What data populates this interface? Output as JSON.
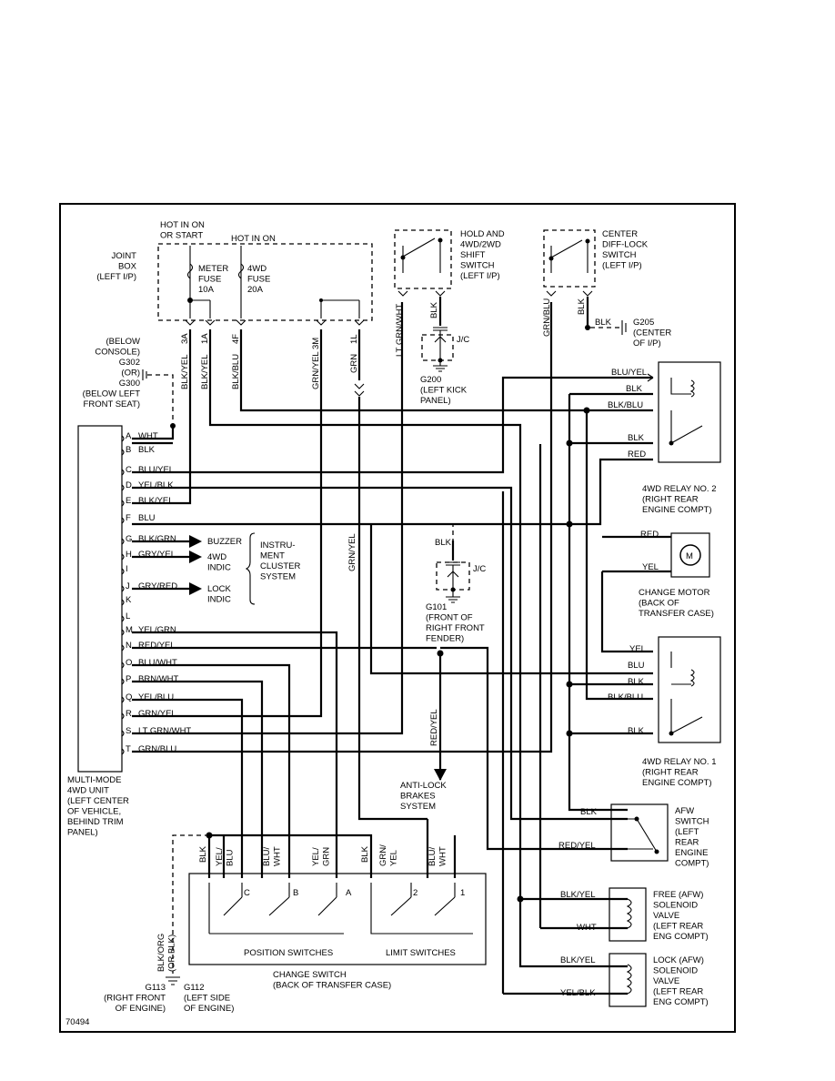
{
  "diagram_id": "70494",
  "joint_box": {
    "hot_in_on_or_start": "HOT IN ON\nOR START",
    "hot_in_on": "HOT IN ON",
    "label": "JOINT\nBOX\n(LEFT I/P)",
    "meter_fuse": "METER\nFUSE\n10A",
    "wd_fuse": "4WD\nFUSE\n20A",
    "pins": [
      "3A",
      "1A",
      "4F",
      "3M",
      "1L"
    ]
  },
  "hold_switch": {
    "label": "HOLD AND\n4WD/2WD\nSHIFT\nSWITCH\n(LEFT I/P)",
    "wire_left": "LT GRN/WHT",
    "wire_right": "BLK"
  },
  "jc_marks": [
    "J/C",
    "J/C"
  ],
  "g200": "G200\n(LEFT KICK\nPANEL)",
  "center_diff_switch": {
    "label": "CENTER\nDIFF-LOCK\nSWITCH\n(LEFT I/P)",
    "wire_left": "GRN/BLU",
    "wire_right": "BLK",
    "ground_wire": "BLK"
  },
  "g205": "G205\n(CENTER\nOF I/P)",
  "ground_left": "(BELOW\nCONSOLE)\nG302\n(OR)\nG300\n(BELOW LEFT\nFRONT SEAT)",
  "jb_wires": [
    "BLK/YEL",
    "BLK/YEL",
    "BLK/BLU",
    "GRN/YEL",
    "GRN"
  ],
  "unit_pins": [
    {
      "pin": "A",
      "wire": "WHT"
    },
    {
      "pin": "B",
      "wire": "BLK"
    },
    {
      "pin": "C",
      "wire": "BLU/YEL"
    },
    {
      "pin": "D",
      "wire": "YEL/BLK"
    },
    {
      "pin": "E",
      "wire": "BLK/YEL"
    },
    {
      "pin": "F",
      "wire": "BLU"
    },
    {
      "pin": "G",
      "wire": "BLK/GRN"
    },
    {
      "pin": "H",
      "wire": "GRY/YEL"
    },
    {
      "pin": "I",
      "wire": ""
    },
    {
      "pin": "J",
      "wire": "GRY/RED"
    },
    {
      "pin": "K",
      "wire": ""
    },
    {
      "pin": "L",
      "wire": ""
    },
    {
      "pin": "M",
      "wire": "YEL/GRN"
    },
    {
      "pin": "N",
      "wire": "RED/YEL"
    },
    {
      "pin": "O",
      "wire": "BLU/WHT"
    },
    {
      "pin": "P",
      "wire": "BRN/WHT"
    },
    {
      "pin": "Q",
      "wire": "YEL/BLU"
    },
    {
      "pin": "R",
      "wire": "GRN/YEL"
    },
    {
      "pin": "S",
      "wire": "LT GRN/WHT"
    },
    {
      "pin": "T",
      "wire": "GRN/BLU"
    }
  ],
  "cluster": {
    "buzzer": "BUZZER",
    "wd_indic": "4WD\nINDIC",
    "lock_indic": "LOCK\nINDIC",
    "system": "INSTRU-\nMENT\nCLUSTER\nSYSTEM"
  },
  "multi_mode_unit": "MULTI-MODE\n4WD UNIT\n(LEFT CENTER\nOF VEHICLE,\nBEHIND TRIM\nPANEL)",
  "grn_yel_vertical": "GRN/YEL",
  "g101": {
    "wire": "BLK",
    "label": "G101\n(FRONT OF\nRIGHT FRONT\nFENDER)"
  },
  "red_yel_vertical": "RED/YEL",
  "abs": "ANTI-LOCK\nBRAKES\nSYSTEM",
  "relay2": {
    "label": "4WD RELAY NO. 2\n(RIGHT REAR\nENGINE COMPT)",
    "wires": [
      "BLU/YEL",
      "BLK",
      "BLK/BLU",
      "BLK",
      "RED"
    ]
  },
  "motor": {
    "label": "CHANGE MOTOR\n(BACK OF\nTRANSFER CASE)",
    "wires": [
      "RED",
      "YEL"
    ],
    "symbol": "M"
  },
  "relay1": {
    "label": "4WD RELAY NO. 1\n(RIGHT REAR\nENGINE COMPT)",
    "wires": [
      "YEL",
      "BLU",
      "BLK",
      "BLK/BLU",
      "BLK"
    ]
  },
  "afw_switch": {
    "label": "AFW\nSWITCH\n(LEFT\nREAR\nENGINE\nCOMPT)",
    "wires": [
      "BLK",
      "RED/YEL"
    ]
  },
  "free_valve": {
    "label": "FREE (AFW)\nSOLENOID\nVALVE\n(LEFT REAR\nENG COMPT)",
    "wires": [
      "BLK/YEL",
      "WHT"
    ]
  },
  "lock_valve": {
    "label": "LOCK (AFW)\nSOLENOID\nVALVE\n(LEFT REAR\nENG COMPT)",
    "wires": [
      "BLK/YEL",
      "YEL/BLK"
    ]
  },
  "change_switch": {
    "top_wires": [
      "BLK",
      "YEL/\nBLU",
      "BLU/\nWHT",
      "YEL/\nGRN",
      "BLK",
      "GRN/\nYEL",
      "BLU/\nWHT"
    ],
    "switch_letters": [
      "C",
      "B",
      "A",
      "2",
      "1"
    ],
    "position_label": "POSITION SWITCHES",
    "limit_label": "LIMIT SWITCHES",
    "label": "CHANGE SWITCH\n(BACK OF TRANSFER CASE)"
  },
  "ground_bottom": {
    "wire": "BLK/ORG\n(OR BLK)",
    "g113": "G113\n(RIGHT FRONT\nOF ENGINE)",
    "g112": "G112\n(LEFT SIDE\nOF ENGINE)"
  }
}
